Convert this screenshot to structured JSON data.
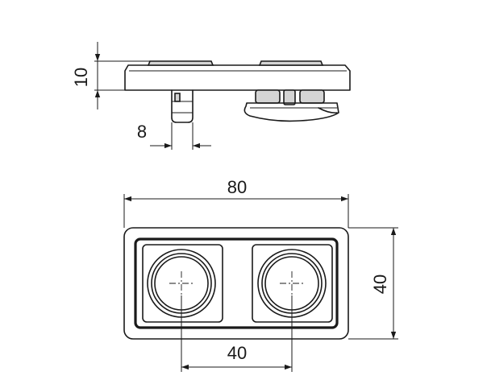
{
  "dimensions": {
    "side_thickness": "10",
    "side_pin": "8",
    "top_length": "80",
    "top_width": "40",
    "top_spacing": "40"
  }
}
